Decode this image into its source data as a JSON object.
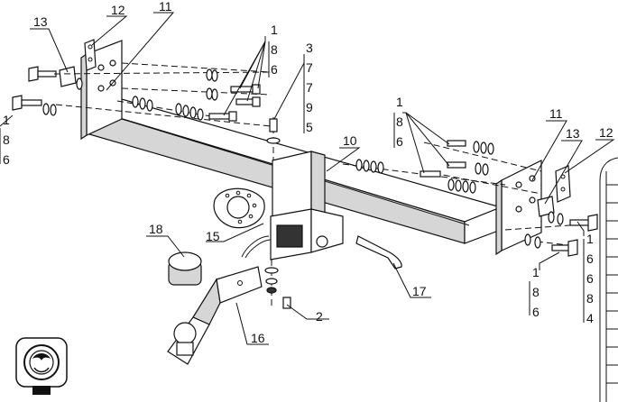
{
  "callouts": {
    "c13_left": "13",
    "c12_left": "12",
    "c11_left": "11",
    "c1_top_a": "1",
    "c8_top_a": "8",
    "c6_top_a": "6",
    "c3": "3",
    "c7_a": "7",
    "c7_b": "7",
    "c9": "9",
    "c5": "5",
    "c1_left": "1",
    "c8_left": "8",
    "c6_left": "6",
    "c10": "10",
    "c1_mid": "1",
    "c8_mid": "8",
    "c6_mid": "6",
    "c11_right": "11",
    "c13_right": "13",
    "c12_right": "12",
    "c15": "15",
    "c18": "18",
    "c17": "17",
    "c2": "2",
    "c16": "16",
    "c1_right_stack": "1",
    "c6_right_stack": "6",
    "c6_right_stack_b": "6",
    "c8_right_stack": "8",
    "c4_right_stack": "4",
    "c1_bottom_right": "1",
    "c8_bottom_right": "8",
    "c6_bottom_right": "6"
  },
  "icons": {
    "brand": "dragon-logo-icon"
  }
}
